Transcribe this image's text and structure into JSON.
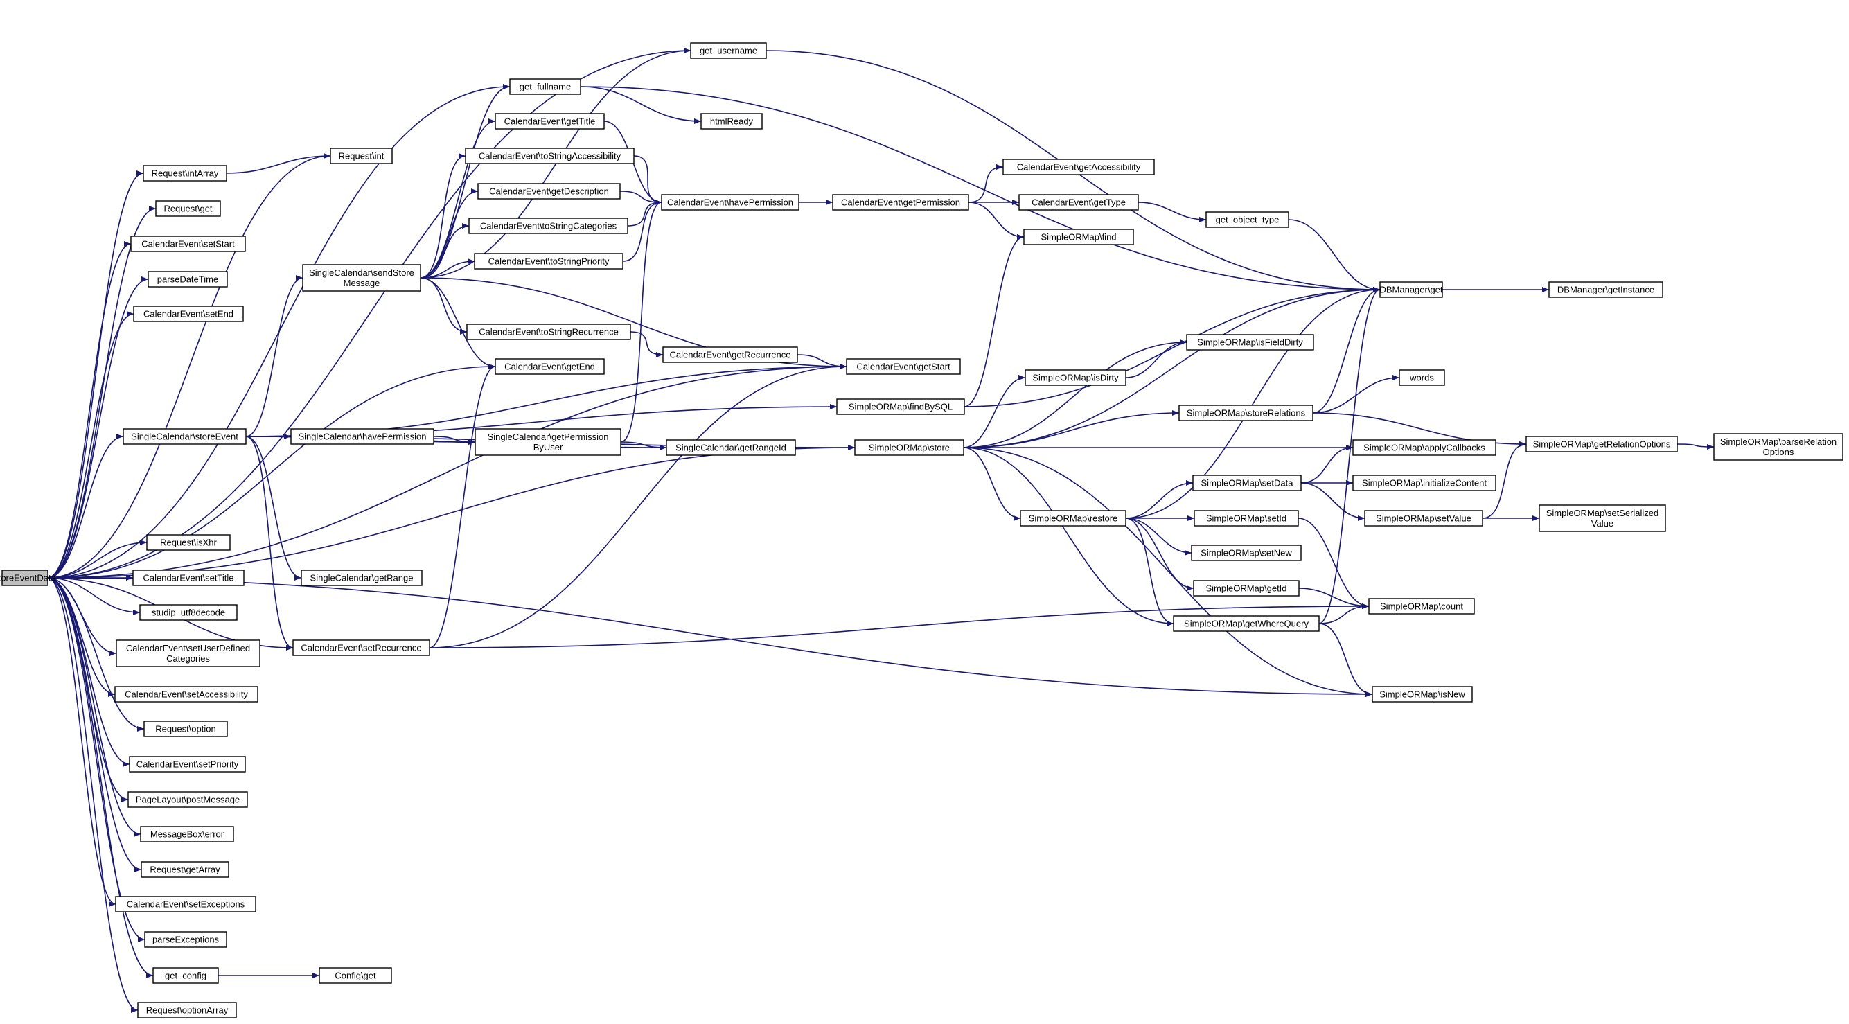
{
  "colors": {
    "edge": "#191970",
    "node_fill": "#ffffff",
    "root_fill": "#bfbfbf",
    "node_border": "#000000"
  },
  "nodes": {
    "storeEventData": "storeEventData",
    "get_username": "get_username",
    "get_fullname": "get_fullname",
    "htmlReady": "htmlReady",
    "Request_int": "Request\\int",
    "Request_intArray": "Request\\intArray",
    "Request_get": "Request\\get",
    "CE_setStart": "CalendarEvent\\setStart",
    "parseDateTime": "parseDateTime",
    "CE_setEnd": "CalendarEvent\\setEnd",
    "SC_sendStoreMessage": [
      "SingleCalendar\\sendStore",
      "Message"
    ],
    "CE_getTitle": "CalendarEvent\\getTitle",
    "CE_toStringAccessibility": "CalendarEvent\\toStringAccessibility",
    "CE_getDescription": "CalendarEvent\\getDescription",
    "CE_toStringCategories": "CalendarEvent\\toStringCategories",
    "CE_toStringPriority": "CalendarEvent\\toStringPriority",
    "CE_havePermission": "CalendarEvent\\havePermission",
    "CE_getPermission": "CalendarEvent\\getPermission",
    "CE_getAccessibility": "CalendarEvent\\getAccessibility",
    "CE_getType": "CalendarEvent\\getType",
    "get_object_type": "get_object_type",
    "SORM_find": "SimpleORMap\\find",
    "DBM_get": "DBManager\\get",
    "DBM_getInstance": "DBManager\\getInstance",
    "CE_toStringRecurrence": "CalendarEvent\\toStringRecurrence",
    "CE_getRecurrence": "CalendarEvent\\getRecurrence",
    "CE_getEnd": "CalendarEvent\\getEnd",
    "CE_getStart": "CalendarEvent\\getStart",
    "SORM_isFieldDirty": "SimpleORMap\\isFieldDirty",
    "SORM_isDirty": "SimpleORMap\\isDirty",
    "words": "words",
    "SORM_findBySQL": "SimpleORMap\\findBySQL",
    "SORM_storeRelations": "SimpleORMap\\storeRelations",
    "SC_storeEvent": "SingleCalendar\\storeEvent",
    "SC_havePermission": "SingleCalendar\\havePermission",
    "SC_getPermissionByUser": [
      "SingleCalendar\\getPermission",
      "ByUser"
    ],
    "SC_getRangeId": "SingleCalendar\\getRangeId",
    "SORM_store": "SimpleORMap\\store",
    "SORM_applyCallbacks": "SimpleORMap\\applyCallbacks",
    "SORM_getRelationOptions": "SimpleORMap\\getRelationOptions",
    "SORM_parseRelationOptions": [
      "SimpleORMap\\parseRelation",
      "Options"
    ],
    "SORM_setData": "SimpleORMap\\setData",
    "SORM_initializeContent": "SimpleORMap\\initializeContent",
    "SORM_restore": "SimpleORMap\\restore",
    "SORM_setValue": "SimpleORMap\\setValue",
    "SORM_setSerializedValue": [
      "SimpleORMap\\setSerialized",
      "Value"
    ],
    "SORM_setId": "SimpleORMap\\setId",
    "Request_isXhr": "Request\\isXhr",
    "SORM_setNew": "SimpleORMap\\setNew",
    "CE_setTitle": "CalendarEvent\\setTitle",
    "SC_getRange": "SingleCalendar\\getRange",
    "SORM_getId": "SimpleORMap\\getId",
    "studip_utf8decode": "studip_utf8decode",
    "SORM_count": "SimpleORMap\\count",
    "SORM_getWhereQuery": "SimpleORMap\\getWhereQuery",
    "CE_setRecurrence": "CalendarEvent\\setRecurrence",
    "CE_setUserDefinedCategories": [
      "CalendarEvent\\setUserDefined",
      "Categories"
    ],
    "CE_setAccessibility": "CalendarEvent\\setAccessibility",
    "SORM_isNew": "SimpleORMap\\isNew",
    "Request_option": "Request\\option",
    "CE_setPriority": "CalendarEvent\\setPriority",
    "PageLayout_postMessage": "PageLayout\\postMessage",
    "MessageBox_error": "MessageBox\\error",
    "Request_getArray": "Request\\getArray",
    "CE_setExceptions": "CalendarEvent\\setExceptions",
    "parseExceptions": "parseExceptions",
    "get_config": "get_config",
    "Config_get": "Config\\get",
    "Request_optionArray": "Request\\optionArray"
  },
  "edges": [
    [
      "storeEventData",
      "get_username"
    ],
    [
      "storeEventData",
      "get_fullname"
    ],
    [
      "storeEventData",
      "Request_int"
    ],
    [
      "storeEventData",
      "Request_intArray"
    ],
    [
      "storeEventData",
      "Request_get"
    ],
    [
      "storeEventData",
      "CE_setStart"
    ],
    [
      "storeEventData",
      "parseDateTime"
    ],
    [
      "storeEventData",
      "CE_setEnd"
    ],
    [
      "storeEventData",
      "CE_getEnd"
    ],
    [
      "storeEventData",
      "CE_getStart"
    ],
    [
      "storeEventData",
      "SC_storeEvent"
    ],
    [
      "storeEventData",
      "SORM_store"
    ],
    [
      "storeEventData",
      "Request_isXhr"
    ],
    [
      "storeEventData",
      "CE_setTitle"
    ],
    [
      "storeEventData",
      "studip_utf8decode"
    ],
    [
      "storeEventData",
      "CE_setRecurrence"
    ],
    [
      "storeEventData",
      "CE_setUserDefinedCategories"
    ],
    [
      "storeEventData",
      "CE_setAccessibility"
    ],
    [
      "storeEventData",
      "SORM_isNew"
    ],
    [
      "storeEventData",
      "Request_option"
    ],
    [
      "storeEventData",
      "CE_setPriority"
    ],
    [
      "storeEventData",
      "PageLayout_postMessage"
    ],
    [
      "storeEventData",
      "MessageBox_error"
    ],
    [
      "storeEventData",
      "Request_getArray"
    ],
    [
      "storeEventData",
      "CE_setExceptions"
    ],
    [
      "storeEventData",
      "parseExceptions"
    ],
    [
      "storeEventData",
      "get_config"
    ],
    [
      "storeEventData",
      "Request_optionArray"
    ],
    [
      "Request_intArray",
      "Request_int"
    ],
    [
      "get_config",
      "Config_get"
    ],
    [
      "get_username",
      "DBM_get"
    ],
    [
      "get_fullname",
      "htmlReady"
    ],
    [
      "get_fullname",
      "DBM_get"
    ],
    [
      "SC_storeEvent",
      "SC_sendStoreMessage"
    ],
    [
      "SC_storeEvent",
      "SC_havePermission"
    ],
    [
      "SC_storeEvent",
      "SC_getPermissionByUser"
    ],
    [
      "SC_storeEvent",
      "SC_getRangeId"
    ],
    [
      "SC_storeEvent",
      "CE_getStart"
    ],
    [
      "SC_storeEvent",
      "SC_getRange"
    ],
    [
      "SC_storeEvent",
      "CE_setRecurrence"
    ],
    [
      "SC_storeEvent",
      "SORM_findBySQL"
    ],
    [
      "SC_storeEvent",
      "SORM_store"
    ],
    [
      "SC_havePermission",
      "SC_getPermissionByUser"
    ],
    [
      "SC_getPermissionByUser",
      "SC_getRangeId"
    ],
    [
      "SC_getPermissionByUser",
      "CE_havePermission"
    ],
    [
      "SC_sendStoreMessage",
      "get_username"
    ],
    [
      "SC_sendStoreMessage",
      "get_fullname"
    ],
    [
      "SC_sendStoreMessage",
      "CE_getTitle"
    ],
    [
      "SC_sendStoreMessage",
      "CE_toStringAccessibility"
    ],
    [
      "SC_sendStoreMessage",
      "CE_getDescription"
    ],
    [
      "SC_sendStoreMessage",
      "CE_toStringCategories"
    ],
    [
      "SC_sendStoreMessage",
      "CE_toStringPriority"
    ],
    [
      "SC_sendStoreMessage",
      "CE_toStringRecurrence"
    ],
    [
      "SC_sendStoreMessage",
      "CE_getEnd"
    ],
    [
      "SC_sendStoreMessage",
      "CE_getStart"
    ],
    [
      "CE_getTitle",
      "CE_havePermission"
    ],
    [
      "CE_toStringAccessibility",
      "CE_havePermission"
    ],
    [
      "CE_getDescription",
      "CE_havePermission"
    ],
    [
      "CE_toStringCategories",
      "CE_havePermission"
    ],
    [
      "CE_toStringPriority",
      "CE_havePermission"
    ],
    [
      "CE_havePermission",
      "CE_getPermission"
    ],
    [
      "CE_getPermission",
      "CE_getAccessibility"
    ],
    [
      "CE_getPermission",
      "CE_getType"
    ],
    [
      "CE_getPermission",
      "SORM_find"
    ],
    [
      "CE_getType",
      "get_object_type"
    ],
    [
      "get_object_type",
      "DBM_get"
    ],
    [
      "DBM_get",
      "DBM_getInstance"
    ],
    [
      "CE_toStringRecurrence",
      "CE_getRecurrence"
    ],
    [
      "CE_getRecurrence",
      "CE_getStart"
    ],
    [
      "CE_setRecurrence",
      "CE_getEnd"
    ],
    [
      "CE_setRecurrence",
      "CE_getStart"
    ],
    [
      "CE_setRecurrence",
      "SORM_count"
    ],
    [
      "SORM_findBySQL",
      "SORM_find"
    ],
    [
      "SORM_findBySQL",
      "DBM_get"
    ],
    [
      "SORM_store",
      "DBM_get"
    ],
    [
      "SORM_store",
      "SORM_isFieldDirty"
    ],
    [
      "SORM_store",
      "SORM_isDirty"
    ],
    [
      "SORM_store",
      "SORM_storeRelations"
    ],
    [
      "SORM_store",
      "SORM_applyCallbacks"
    ],
    [
      "SORM_store",
      "SORM_restore"
    ],
    [
      "SORM_store",
      "SORM_getWhereQuery"
    ],
    [
      "SORM_store",
      "SORM_isNew"
    ],
    [
      "SORM_isDirty",
      "SORM_isFieldDirty"
    ],
    [
      "SORM_storeRelations",
      "DBM_get"
    ],
    [
      "SORM_storeRelations",
      "words"
    ],
    [
      "SORM_storeRelations",
      "SORM_getRelationOptions"
    ],
    [
      "SORM_getRelationOptions",
      "SORM_parseRelationOptions"
    ],
    [
      "SORM_restore",
      "DBM_get"
    ],
    [
      "SORM_restore",
      "SORM_setData"
    ],
    [
      "SORM_restore",
      "SORM_setId"
    ],
    [
      "SORM_restore",
      "SORM_setNew"
    ],
    [
      "SORM_restore",
      "SORM_getId"
    ],
    [
      "SORM_restore",
      "SORM_getWhereQuery"
    ],
    [
      "SORM_setData",
      "SORM_applyCallbacks"
    ],
    [
      "SORM_setData",
      "SORM_initializeContent"
    ],
    [
      "SORM_setData",
      "SORM_setValue"
    ],
    [
      "SORM_setValue",
      "SORM_getRelationOptions"
    ],
    [
      "SORM_setValue",
      "SORM_setSerializedValue"
    ],
    [
      "SORM_setId",
      "SORM_count"
    ],
    [
      "SORM_getId",
      "SORM_count"
    ],
    [
      "SORM_getWhereQuery",
      "DBM_get"
    ],
    [
      "SORM_getWhereQuery",
      "SORM_count"
    ],
    [
      "SORM_getWhereQuery",
      "SORM_isNew"
    ]
  ]
}
